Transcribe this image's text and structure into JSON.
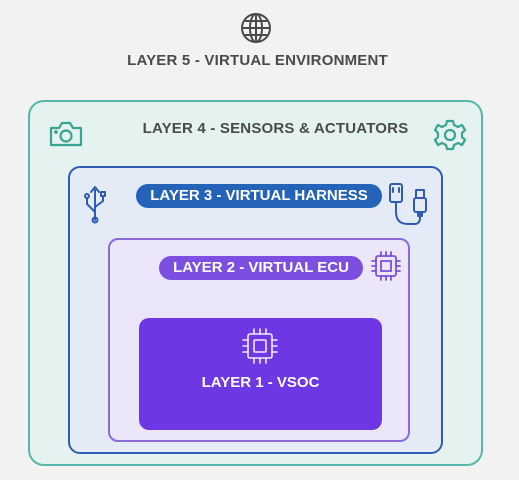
{
  "diagram": {
    "layer5": {
      "title": "LAYER 5 - VIRTUAL ENVIRONMENT",
      "icon": "globe-icon",
      "color": "#4a4a4a"
    },
    "layer4": {
      "title": "LAYER 4 - SENSORS & ACTUATORS",
      "icons": [
        "camera-icon",
        "gear-icon"
      ],
      "color": "#58b6aa"
    },
    "layer3": {
      "title": "LAYER 3 - VIRTUAL HARNESS",
      "icons": [
        "usb-icon",
        "cable-icon"
      ],
      "color": "#2563b8"
    },
    "layer2": {
      "title": "LAYER 2 - VIRTUAL ECU",
      "icons": [
        "chip-icon"
      ],
      "color": "#7c4fe0"
    },
    "layer1": {
      "title": "LAYER 1 - VSOC",
      "icons": [
        "chip-icon"
      ],
      "color": "#6d37e4"
    }
  }
}
